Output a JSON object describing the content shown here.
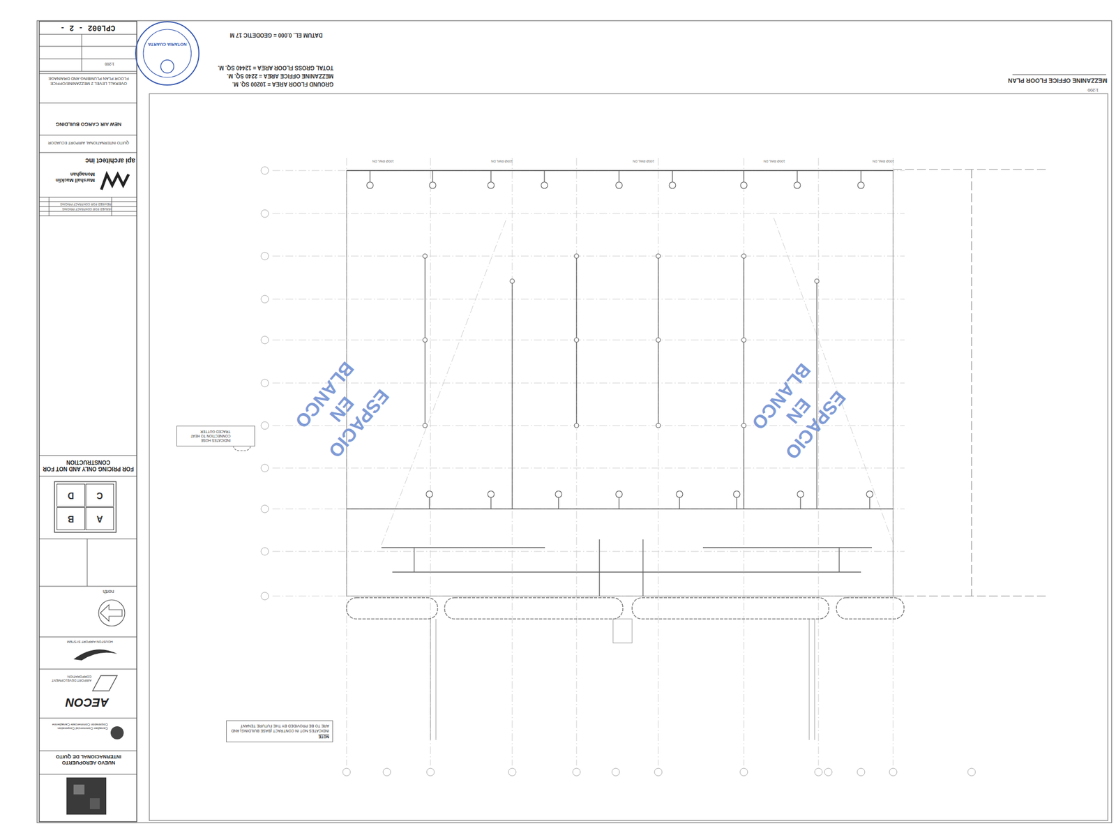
{
  "diagram": {
    "nodes": [
      {
        "text": [
          "NOTE",
          "INDICATES NOT IN CONTRACT (BASE BUILDING) AND ARE TO BE PROVIDED BY THE FUTURE TENANT"
        ]
      },
      {
        "text": [
          "INDICATES HOSE CONNECTION TO HEAT TRACED GUTTER"
        ]
      },
      {
        "text": [
          "A"
        ]
      },
      {
        "text": [
          "B"
        ]
      },
      {
        "text": [
          "C"
        ]
      },
      {
        "text": [
          "D"
        ]
      }
    ],
    "labels": [
      "MEZZANINE OFFICE FLOOR PLAN",
      "1:200",
      "GROUND FLOOR AREA = 10200 SQ. M.",
      "MEZZANINE OFFICE AREA = 2240 SQ. M.",
      "TOTAL GROSS FLOOR AREA = 12440 SQ. M.",
      "DATUM EL. 0.000 = GEODETIC 17 M",
      "NOTARIA CUARTA",
      "ESPACIO EN BLANCO",
      "ESPACIO EN BLANCO",
      "100Ø RWL DN",
      "100Ø RWL DN",
      "100Ø RWL DN",
      "100Ø RWL DN",
      "100Ø RWL DN",
      "NUEVO AEROPUERTO INTERNACIONAL DE QUITO",
      "Canadian Commercial Corporation Corporation Commerciale Canadienne",
      "AECON",
      "AIRPORT DEVELOPMENT CORPORATION",
      "HOUSTON AIRPORT SYSTEM",
      "north",
      "FOR PRICING ONLY AND NOT FOR CONSTRUCTION",
      "ISSUED FOR CONTRACT PRICING",
      "REVISED FOR CONTRACT PRICING",
      "Marshall Macklin Monaghan",
      "api architect inc",
      "QUITO INTERNATIONAL AIRPORT ECUADOR",
      "NEW AIR CARGO BUILDING",
      "OVERALL LEVEL 2 MEZZANINE/OFFICE FLOOR PLAN PLUMBING AND DRAINAGE",
      "1:200",
      "CPL002 - 2 -"
    ]
  }
}
